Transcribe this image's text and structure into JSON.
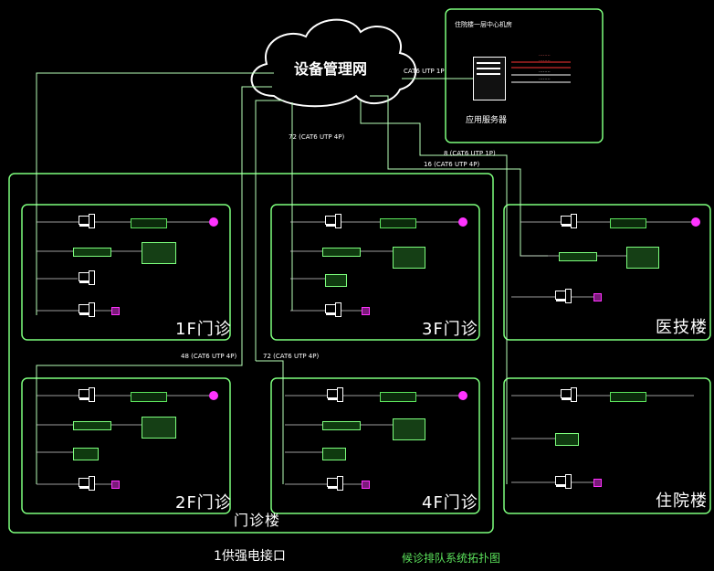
{
  "cloud": {
    "label": "设备管理网"
  },
  "server_box": {
    "title": "住院楼一层中心机房",
    "server_label": "应用服务器",
    "red_notes": [
      "········",
      "········"
    ],
    "right_notes": [
      "········",
      "········"
    ]
  },
  "cables": {
    "server": "CAT6 UTP 1P",
    "c72_top": "72 (CAT6 UTP 4P)",
    "c8": "8 (CAT6 UTP 1P)",
    "c16": "16 (CAT6 UTP 4P)",
    "c48": "48 (CAT6 UTP 4P)",
    "c72_mid": "72 (CAT6 UTP 4P)"
  },
  "zones": {
    "z1f": "1F门诊",
    "z2f": "2F门诊",
    "z3f": "3F门诊",
    "z4f": "4F门诊",
    "medtech": "医技楼",
    "inpatient": "住院楼",
    "outpatient_building": "门诊楼"
  },
  "footer": {
    "left": "1供强电接口",
    "right": "候诊排队系统拓扑图"
  }
}
